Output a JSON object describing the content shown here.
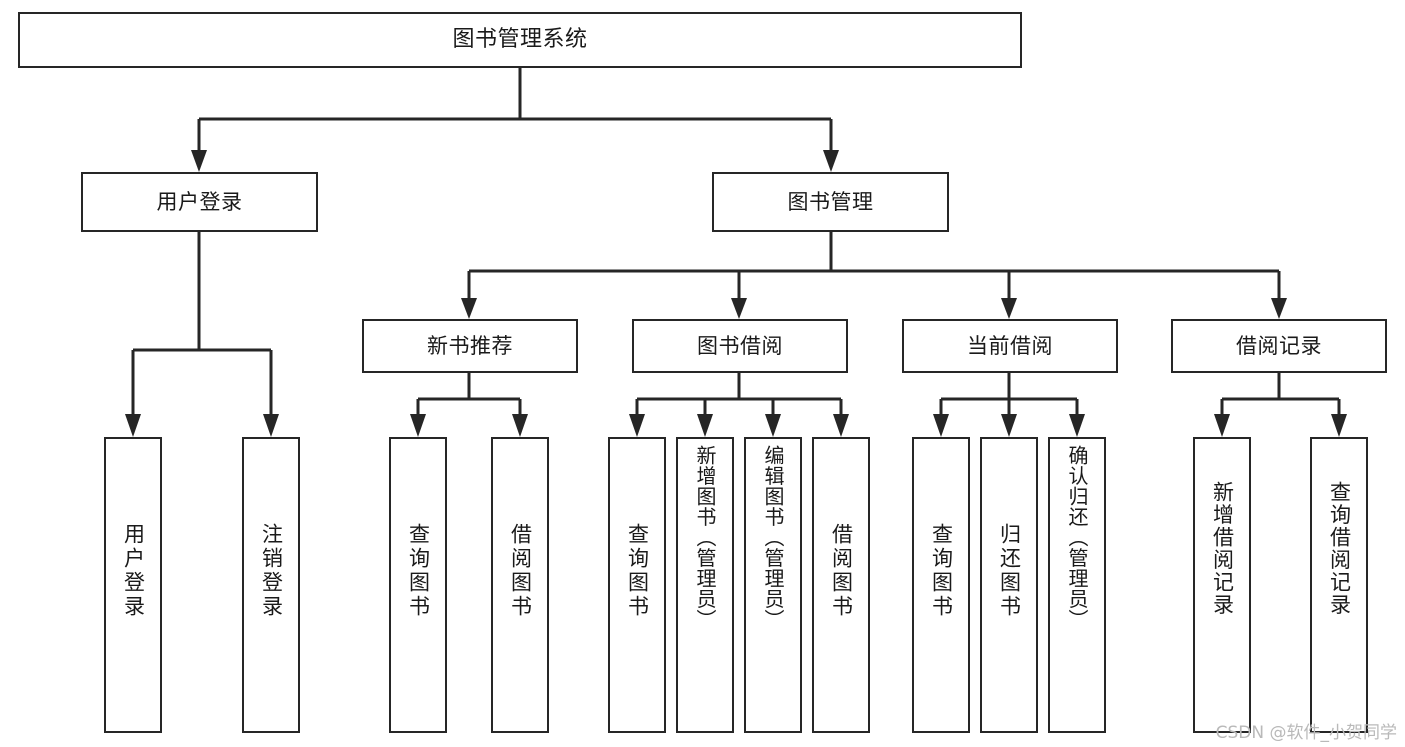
{
  "diagram": {
    "title": "图书管理系统",
    "type": "tree-hierarchy-diagram",
    "watermark": "CSDN @软件_小贺同学",
    "colors": {
      "box_border": "#262626",
      "box_fill": "#ffffff",
      "connector": "#262626",
      "text": "#1a1a1a",
      "watermark": "#b9b9b9",
      "background": "#ffffff"
    },
    "nodes": {
      "root": {
        "label": "图书管理系统"
      },
      "level1": [
        {
          "id": "user-login",
          "label": "用户登录"
        },
        {
          "id": "book-manage",
          "label": "图书管理"
        }
      ],
      "level2": [
        {
          "id": "new-book-recommend",
          "label": "新书推荐"
        },
        {
          "id": "book-borrow",
          "label": "图书借阅"
        },
        {
          "id": "current-borrow",
          "label": "当前借阅"
        },
        {
          "id": "borrow-record",
          "label": "借阅记录"
        }
      ],
      "leaves": {
        "user_login": [
          {
            "id": "leaf-user-login",
            "label": "用户登录"
          },
          {
            "id": "leaf-logout",
            "label": "注销登录"
          }
        ],
        "new_book_recommend": [
          {
            "id": "leaf-query-book-1",
            "label": "查询图书"
          },
          {
            "id": "leaf-borrow-book-1",
            "label": "借阅图书"
          }
        ],
        "book_borrow": [
          {
            "id": "leaf-query-book-2",
            "label": "查询图书"
          },
          {
            "id": "leaf-add-book",
            "label": "新增图书（管理员）"
          },
          {
            "id": "leaf-edit-book",
            "label": "编辑图书（管理员）"
          },
          {
            "id": "leaf-borrow-book-2",
            "label": "借阅图书"
          }
        ],
        "current_borrow": [
          {
            "id": "leaf-query-book-3",
            "label": "查询图书"
          },
          {
            "id": "leaf-return-book",
            "label": "归还图书"
          },
          {
            "id": "leaf-confirm-return",
            "label": "确认归还（管理员）"
          }
        ],
        "borrow_record": [
          {
            "id": "leaf-add-record",
            "label": "新增借阅记录"
          },
          {
            "id": "leaf-query-record",
            "label": "查询借阅记录"
          }
        ]
      }
    }
  }
}
